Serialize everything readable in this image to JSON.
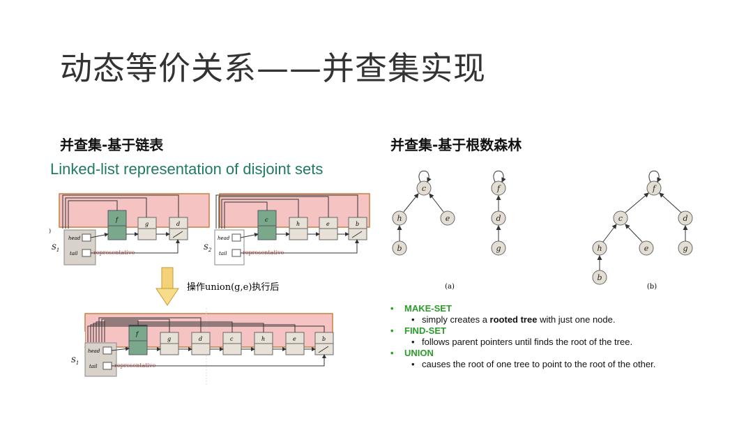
{
  "slide": {
    "title": "动态等价关系——并查集实现",
    "left_heading": "并查集-基于链表",
    "right_heading": "并查集-基于根数森林"
  },
  "linked_list": {
    "caption": "Linked-list representation of disjoint sets",
    "operation": "操作union(g,e)执行后",
    "set1_nodes": [
      "f",
      "g",
      "d"
    ],
    "set2_nodes": [
      "c",
      "h",
      "e",
      "b"
    ],
    "merged_nodes": [
      "f",
      "g",
      "d",
      "c",
      "h",
      "e",
      "b"
    ],
    "set1_label": "S",
    "set1_sub": "1",
    "set2_label": "S",
    "set2_sub": "2",
    "head": "head",
    "tail": "tail",
    "representative": "representative",
    "stray": ")"
  },
  "forest": {
    "tree_c": {
      "root": "c",
      "children": [
        "h",
        "e"
      ],
      "grandchild": "b"
    },
    "tree_f": {
      "root": "f",
      "child": "d",
      "grandchild": "g"
    },
    "merged": {
      "root": "f",
      "children": [
        "c",
        "d"
      ],
      "c_children": [
        "h",
        "e"
      ],
      "d_child": "g",
      "h_child": "b"
    },
    "label_a": "(a)",
    "label_b": "(b)"
  },
  "bullets": [
    {
      "term": "MAKE-SET",
      "text_before": "simply creates a ",
      "bold": "rooted tree",
      "text_after": " with just one node."
    },
    {
      "term": "FIND-SET",
      "text": "follows parent pointers until finds the root of the tree."
    },
    {
      "term": "UNION",
      "text": "causes the root of one tree to point to the root of the other."
    }
  ]
}
